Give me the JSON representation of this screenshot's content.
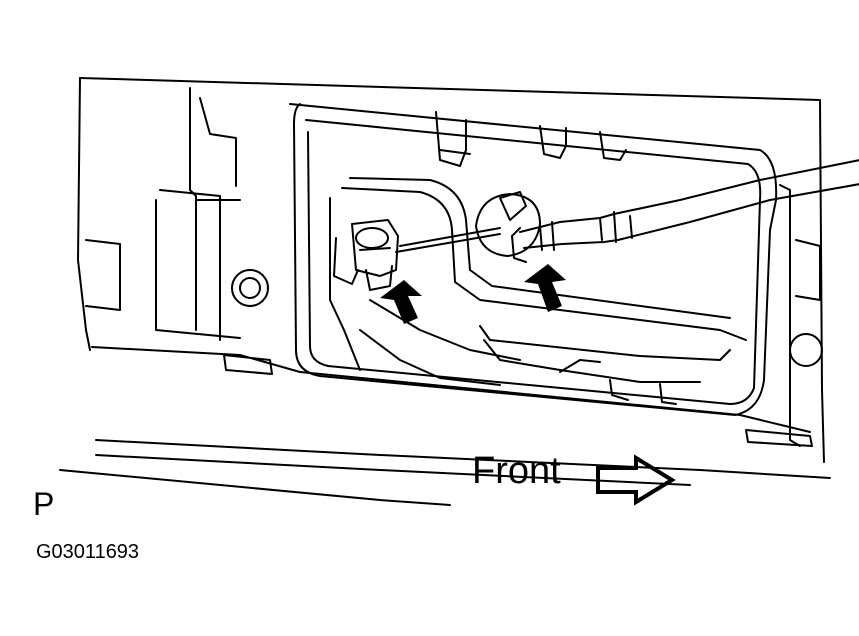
{
  "labels": {
    "front": "Front",
    "view": "P",
    "code": "G03011693"
  },
  "colors": {
    "line": "#000000",
    "background": "#ffffff"
  },
  "icons": {
    "direction": "right-arrow-outline-icon",
    "callout": "solid-pointer-arrow-icon"
  }
}
